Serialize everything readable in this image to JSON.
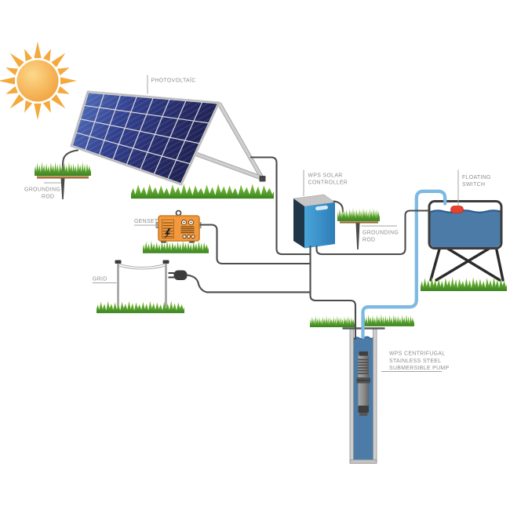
{
  "scene": {
    "photovoltaic_label": "PHOTOVOLTAÏC",
    "grounding_rod_left": {
      "line1": "GROUNDING",
      "line2": "ROD"
    },
    "genset_label": "GENSET",
    "grid_label": "GRID",
    "controller": {
      "line1": "WPS SOLAR",
      "line2": "CONTROLLER"
    },
    "grounding_rod_right": {
      "line1": "GROUNDING",
      "line2": "ROD"
    },
    "floating_switch": {
      "line1": "FLOATING",
      "line2": "SWITCH"
    },
    "pump": {
      "line1": "WPS CENTRIFUGAL",
      "line2": "STAINLESS STEEL",
      "line3": "SUBMERSIBLE PUMP"
    }
  },
  "colors": {
    "sun_orange": "#f4a93c",
    "panel_blue": "#32408f",
    "frame_gray": "#c6c6c6",
    "wire_dark": "#4c4c4c",
    "pipe_blue": "#7db9e3",
    "water_blue": "#4b7ba6",
    "water_line": "#2e5d8c",
    "float_red": "#e8402f",
    "grass_green": "#64ab31",
    "soil_brown": "#c49a62",
    "genset_orange": "#f2993f",
    "controller_blue": "#3d9ad1",
    "label_gray": "#8e8e8e"
  }
}
